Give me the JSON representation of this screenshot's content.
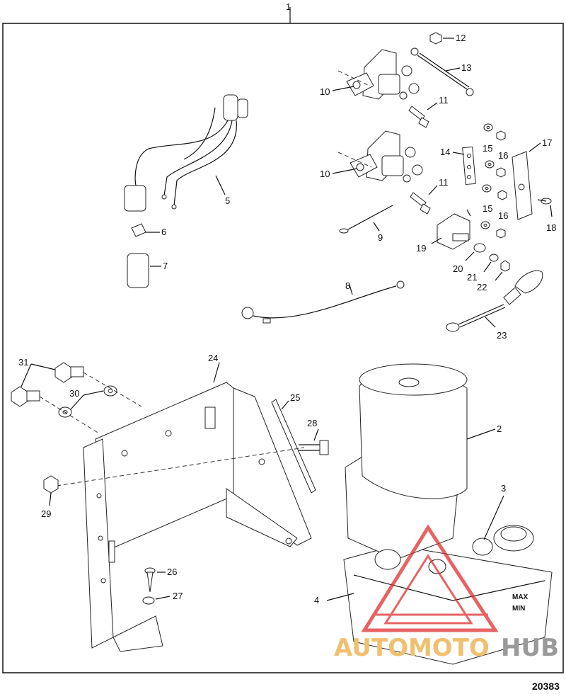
{
  "callouts": {
    "c1": "1",
    "c2": "2",
    "c3": "3",
    "c4": "4",
    "c5": "5",
    "c6": "6",
    "c7": "7",
    "c8": "8",
    "c9": "9",
    "c10a": "10",
    "c10b": "10",
    "c11a": "11",
    "c11b": "11",
    "c12": "12",
    "c13": "13",
    "c14": "14",
    "c15a": "15",
    "c15b": "15",
    "c16a": "16",
    "c16b": "16",
    "c17": "17",
    "c18": "18",
    "c19": "19",
    "c20": "20",
    "c21": "21",
    "c22": "22",
    "c23": "23",
    "c24": "24",
    "c25": "25",
    "c26": "26",
    "c27": "27",
    "c28": "28",
    "c29": "29",
    "c30": "30",
    "c31": "31"
  },
  "reservoir_marks": {
    "max": "MAX",
    "min": "MIN"
  },
  "watermark": {
    "left": "AUTOMOTO",
    "right": "HUB"
  },
  "document_number": "20383",
  "colors": {
    "watermark_red": "#e03030",
    "watermark_orange": "#f0c070",
    "watermark_gray": "#9a9a9a"
  }
}
